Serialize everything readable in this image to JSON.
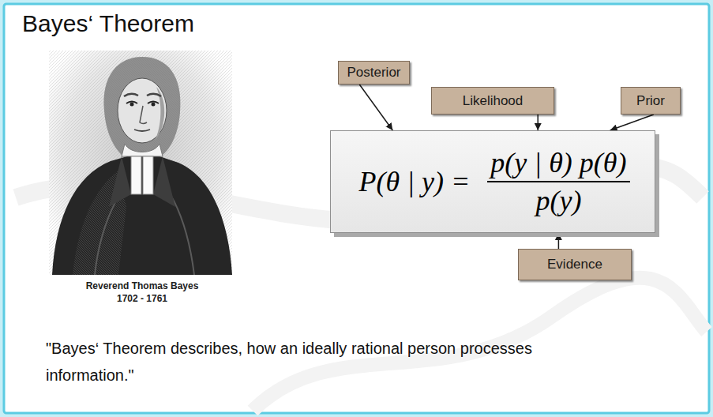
{
  "diagram": {
    "title": "Bayes‘ Theorem",
    "nodes": [
      {
        "text": [
          "Posterior"
        ]
      },
      {
        "text": [
          "Likelihood"
        ]
      },
      {
        "text": [
          "Prior"
        ]
      },
      {
        "text": [
          "P(θ | y) =",
          "p(y | θ) p(θ)",
          "p(y)"
        ]
      },
      {
        "text": [
          "Evidence"
        ]
      }
    ],
    "edges": [
      {
        "from": 0,
        "to": 3,
        "arrow": "to"
      },
      {
        "from": 1,
        "to": 3,
        "arrow": "to"
      },
      {
        "from": 2,
        "to": 3,
        "arrow": "to"
      },
      {
        "from": 4,
        "to": 3,
        "arrow": "to"
      }
    ],
    "labels": [
      "Reverend Thomas Bayes",
      "1702 - 1761",
      "\"Bayes‘ Theorem describes, how an ideally rational person processes information.\""
    ]
  }
}
